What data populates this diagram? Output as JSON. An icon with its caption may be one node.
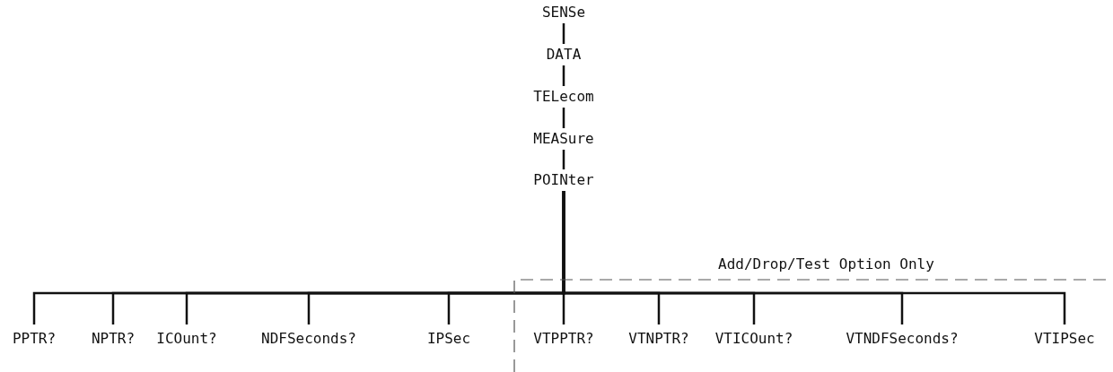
{
  "diagram": {
    "nodes": [
      {
        "text": [
          "SENSe"
        ]
      },
      {
        "text": [
          "DATA"
        ]
      },
      {
        "text": [
          "TELecom"
        ]
      },
      {
        "text": [
          "MEASure"
        ]
      },
      {
        "text": [
          "POINter"
        ]
      },
      {
        "text": [
          "PPTR?"
        ]
      },
      {
        "text": [
          "NPTR?"
        ]
      },
      {
        "text": [
          "ICOunt?"
        ]
      },
      {
        "text": [
          "NDFSeconds?"
        ]
      },
      {
        "text": [
          "IPSec"
        ]
      },
      {
        "text": [
          "Add/Drop/Test Option Only"
        ]
      },
      {
        "text": [
          "VTPPTR?"
        ],
        "in": 10
      },
      {
        "text": [
          "VTNPTR?"
        ],
        "in": 10
      },
      {
        "text": [
          "VTICOunt?"
        ],
        "in": 10
      },
      {
        "text": [
          "VTNDFSeconds?"
        ],
        "in": 10
      },
      {
        "text": [
          "VTIPSec"
        ],
        "in": 10
      }
    ],
    "edges": [
      {
        "from": 0,
        "to": 1,
        "arrow": "none"
      },
      {
        "from": 1,
        "to": 2,
        "arrow": "none"
      },
      {
        "from": 2,
        "to": 3,
        "arrow": "none"
      },
      {
        "from": 3,
        "to": 4,
        "arrow": "none"
      },
      {
        "from": 4,
        "to": 5,
        "arrow": "none"
      },
      {
        "from": 4,
        "to": 6,
        "arrow": "none"
      },
      {
        "from": 4,
        "to": 7,
        "arrow": "none"
      },
      {
        "from": 4,
        "to": 8,
        "arrow": "none"
      },
      {
        "from": 4,
        "to": 9,
        "arrow": "none"
      },
      {
        "from": 4,
        "to": 11,
        "arrow": "none"
      },
      {
        "from": 4,
        "to": 12,
        "arrow": "none"
      },
      {
        "from": 4,
        "to": 13,
        "arrow": "none"
      },
      {
        "from": 4,
        "to": 14,
        "arrow": "none"
      },
      {
        "from": 4,
        "to": 15,
        "arrow": "none"
      }
    ]
  }
}
